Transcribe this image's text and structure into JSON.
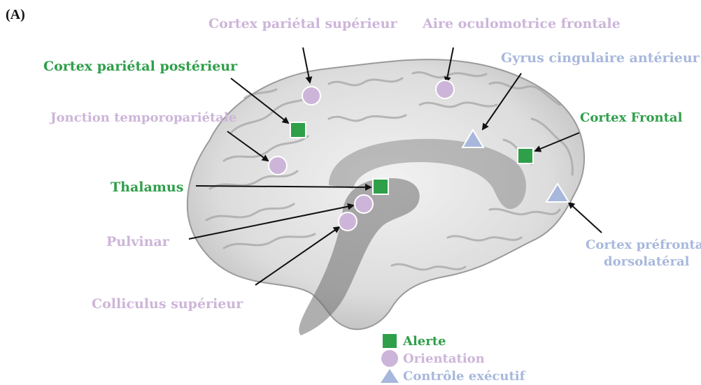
{
  "panel_label": "(A)",
  "labels": {
    "cortex_parietal_superieur": "Cortex pariétal supérieur",
    "aire_oculomotrice": "Aire oculomotrice frontale",
    "gyrus_cingulaire": "Gyrus cingulaire antérieur",
    "cortex_parietal_posterieur": "Cortex pariétal postérieur",
    "jonction_temporoparietale": "Jonction temporopariétale",
    "cortex_frontal": "Cortex Frontal",
    "thalamus": "Thalamus",
    "pulvinar": "Pulvinar",
    "cortex_prefrontal_line1": "Cortex préfrontal",
    "cortex_prefrontal_line2": "dorsolatéral",
    "colliculus_superieur": "Colliculus supérieur"
  },
  "legend": {
    "alerte": "Alerte",
    "orientation": "Orientation",
    "controle": "Contrôle exécutif"
  },
  "colors": {
    "alerte": "#2f9f4a",
    "orientation": "#cdb5d9",
    "controle": "#a8b8dc",
    "brain_light": "#e6e6e6",
    "brain_dark": "#8c8c8c"
  }
}
